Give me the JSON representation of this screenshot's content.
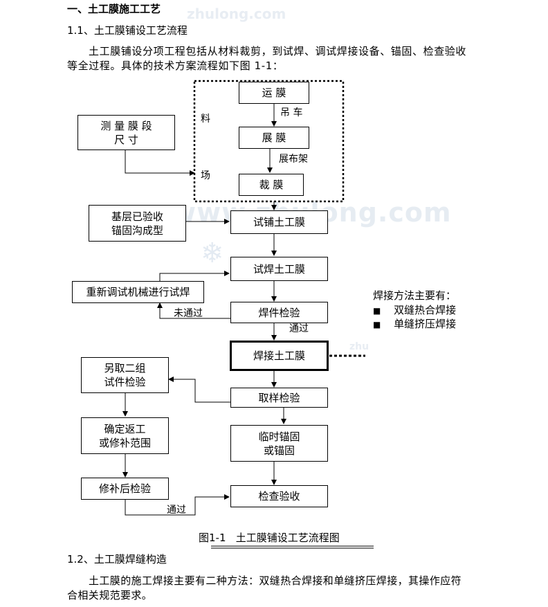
{
  "section": {
    "heading": "一、土工膜施工工艺",
    "sub1": "1.1、土工膜铺设工艺流程",
    "para1_line1": "土工膜铺设分项工程包括从材料裁剪，到试焊、调试焊接设备、锚固、检查验收",
    "para1_line2": "等全过程。具体的技术方案流程如下图 1-1：",
    "sub2": "1.2、土工膜焊缝构造",
    "para2_line1": "土工膜的施工焊接主要有二种方法：双缝热合焊接和单缝挤压焊接，其操作应符",
    "para2_line2": "合相关规范要求。"
  },
  "flow": {
    "yunmo": "运  膜",
    "zhanmo": "展  膜",
    "caimo": "裁  膜",
    "celiang": "测 量 膜 段\n尺  寸",
    "jiceng": "基层已验收\n锚固沟成型",
    "shipu": "试铺土工膜",
    "shihan": "试焊土工膜",
    "chongxin": "重新调试机械进行试焊",
    "hanjian": "焊件检验",
    "hanjie": "焊接土工膜",
    "lingqu": "另取二组\n试件检验",
    "quyang": "取样检验",
    "queding": "确定返工\n或修补范围",
    "linshi": "临时锚固\n或锚固",
    "xiubu": "修补后检验",
    "jiancha": "检查验收",
    "label_liao": "料",
    "label_chang": "场",
    "label_diaoche": "吊 车",
    "label_zhanbujia": "展布架",
    "label_weitongguo": "未通过",
    "label_tongguo1": "通过",
    "label_tongguo2": "通过"
  },
  "methods": {
    "title": "焊接方法主要有：",
    "items": [
      "双缝热合焊接",
      "单缝挤压焊接"
    ],
    "bullet": "■"
  },
  "caption": "图1-1   土工膜铺设工艺流程图",
  "watermarks": {
    "top": "zhulong.com",
    "middle": "www.zhulong.com",
    "small": "zhu"
  }
}
